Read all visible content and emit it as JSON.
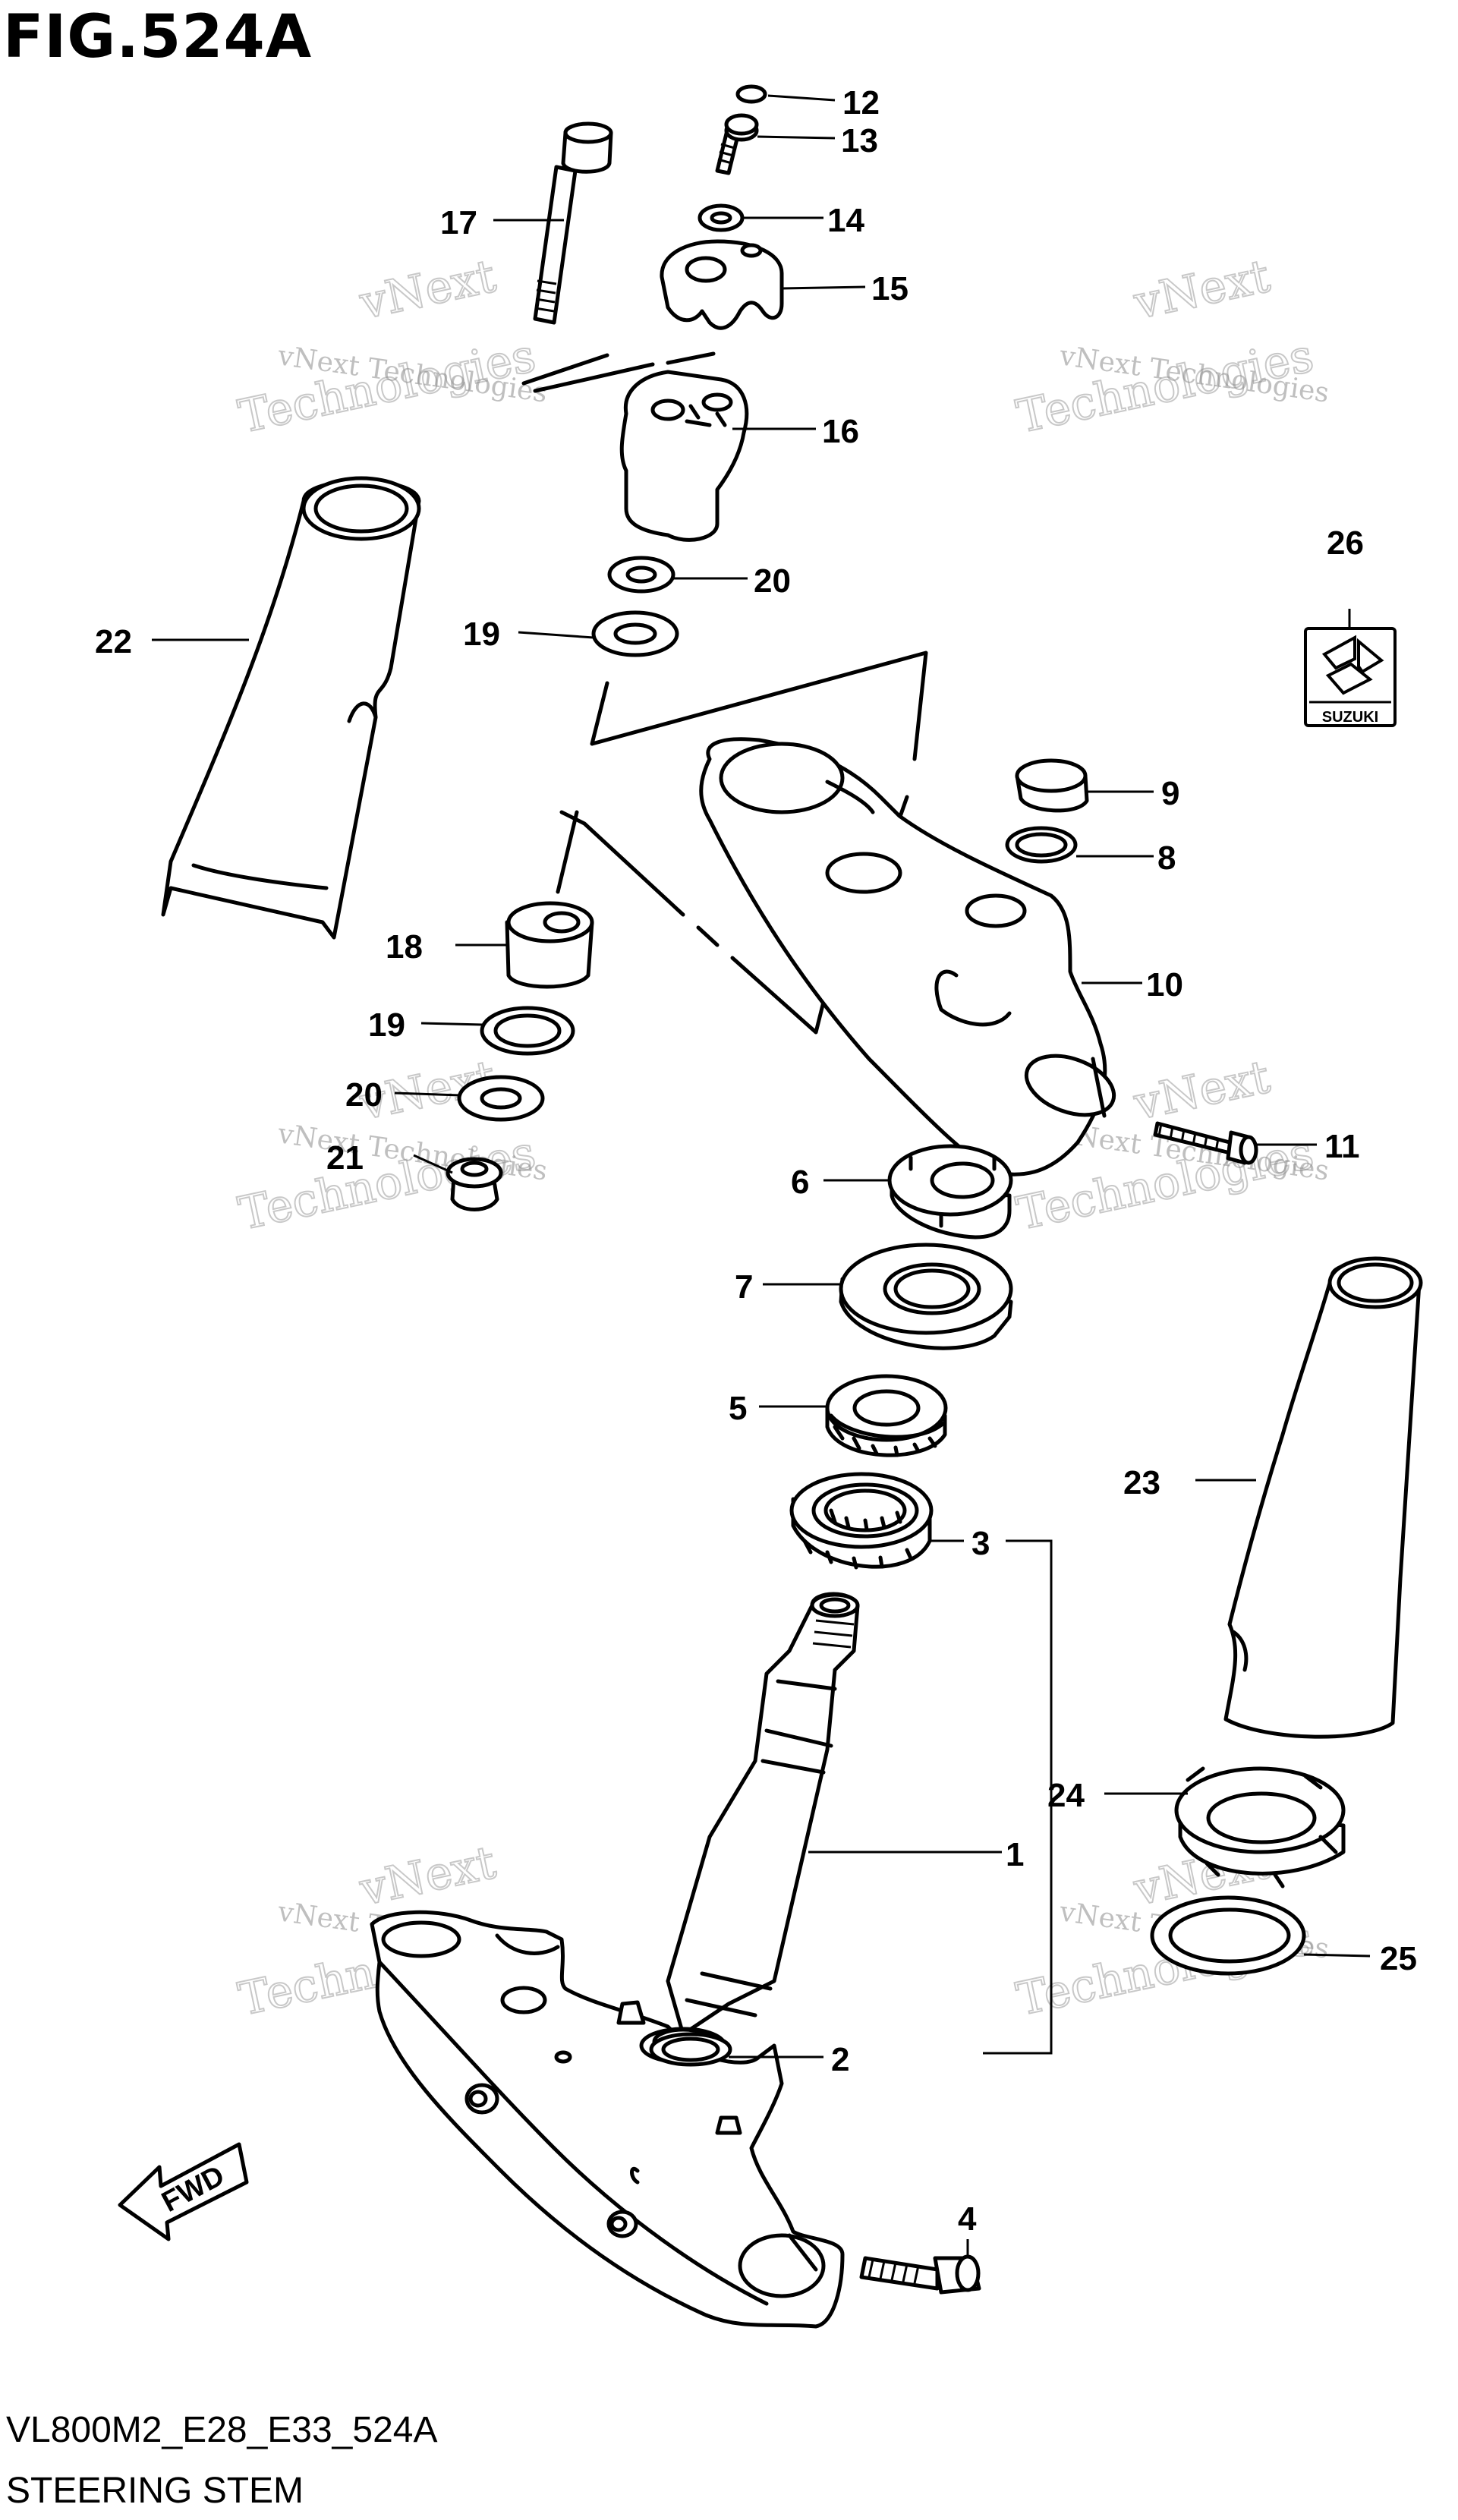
{
  "figure": {
    "title": "FIG.524A",
    "code": "VL800M2_E28_E33_524A",
    "name": "STEERING STEM"
  },
  "watermark": {
    "line1": "vNext Technologies",
    "line2": "vNext",
    "line3": "Technologies"
  },
  "logo": {
    "text": "SUZUKI"
  },
  "fwd": {
    "label": "FWD"
  },
  "callouts": [
    "1",
    "2",
    "3",
    "4",
    "5",
    "6",
    "7",
    "8",
    "9",
    "10",
    "11",
    "12",
    "13",
    "14",
    "15",
    "16",
    "17",
    "18",
    "19",
    "19",
    "20",
    "20",
    "21",
    "22",
    "23",
    "24",
    "25",
    "26"
  ]
}
